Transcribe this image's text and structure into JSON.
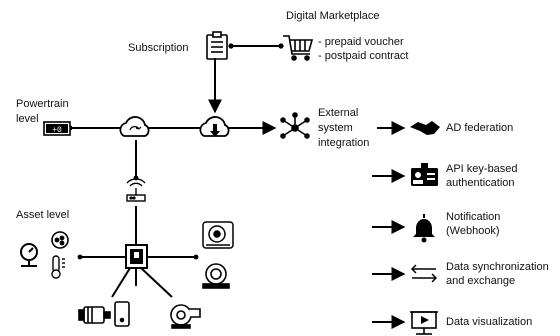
{
  "marketplace": {
    "title": "Digital Marketplace",
    "options": [
      "- prepaid voucher",
      "- postpaid contract"
    ]
  },
  "subscription": "Subscription",
  "powertrain": [
    "Powertrain",
    "level"
  ],
  "external": [
    "External",
    "system",
    "integration"
  ],
  "asset_level": "Asset level",
  "integrations": [
    {
      "lines": [
        "AD federation"
      ],
      "icon": "handshake-icon"
    },
    {
      "lines": [
        "API key-based",
        "authentication"
      ],
      "icon": "id-card-icon"
    },
    {
      "lines": [
        "Notification",
        "(Webhook)"
      ],
      "icon": "bell-icon"
    },
    {
      "lines": [
        "Data synchronization",
        "and exchange"
      ],
      "icon": "sync-arrows-icon"
    },
    {
      "lines": [
        "Data visualization"
      ],
      "icon": "presentation-board-icon"
    }
  ],
  "colors": {
    "ink": "#111111",
    "line": "#000000"
  }
}
